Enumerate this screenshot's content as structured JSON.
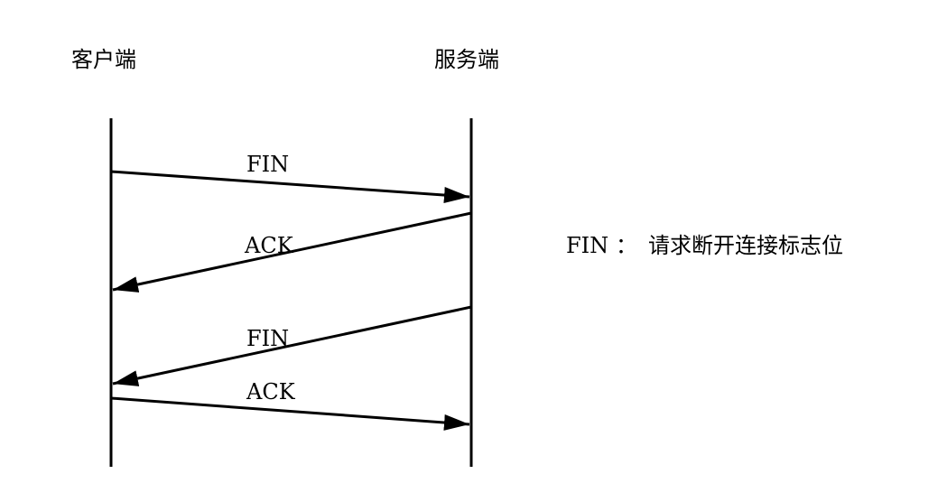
{
  "participants": {
    "client": "客户端",
    "server": "服务端"
  },
  "messages": [
    {
      "label": "FIN",
      "from": "client",
      "to": "server"
    },
    {
      "label": "ACK",
      "from": "server",
      "to": "client"
    },
    {
      "label": "FIN",
      "from": "server",
      "to": "client"
    },
    {
      "label": "ACK",
      "from": "client",
      "to": "server"
    }
  ],
  "legend": {
    "term": "FIN",
    "separator": "：",
    "description": "请求断开连接标志位"
  }
}
